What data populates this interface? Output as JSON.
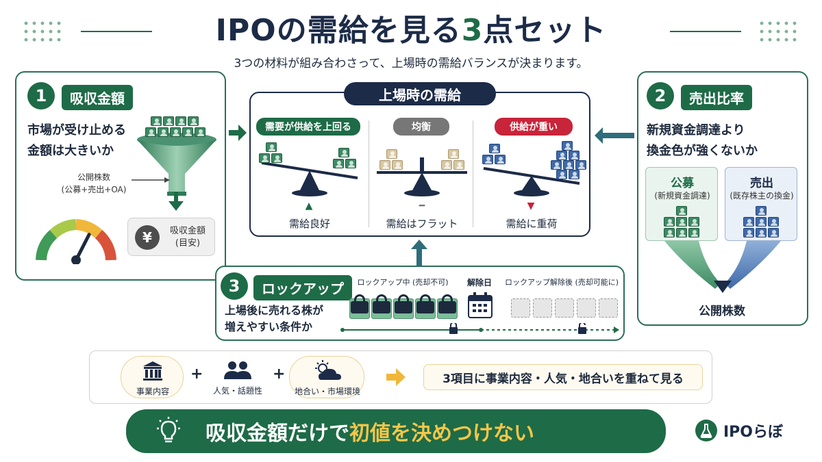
{
  "header": {
    "title_main": "IPOの需給を見る",
    "title_accent": "3",
    "title_tail": "点セット",
    "subtitle": "3つの材料が組み合わさって、上場時の需給バランスが決まります。"
  },
  "panel1": {
    "number": "1",
    "tag": "吸収金額",
    "desc_line1": "市場が受け止める",
    "desc_line2": "金額は大きいか",
    "note_line1": "公開株数",
    "note_line2": "(公募+売出+OA)",
    "yen": "¥",
    "result_line1": "吸収金額",
    "result_line2": "(目安)",
    "gauge_level": 0.65
  },
  "center": {
    "title": "上場時の需給",
    "states": [
      {
        "label": "需要が供給を上回る",
        "caption": "需給良好",
        "color": "#1e6b47",
        "indicator": "▲"
      },
      {
        "label": "均衡",
        "caption": "需給はフラット",
        "color": "#777777",
        "indicator": "━"
      },
      {
        "label": "供給が重い",
        "caption": "需給に重荷",
        "color": "#c8243a",
        "indicator": "▼"
      }
    ]
  },
  "panel2": {
    "number": "2",
    "tag": "売出比率",
    "desc_line1": "新規資金調達より",
    "desc_line2": "換金色が強くないか",
    "left_title": "公募",
    "left_sub": "(新規資金調達)",
    "right_title": "売出",
    "right_sub": "(既存株主の換金)",
    "result": "公開株数"
  },
  "panel3": {
    "number": "3",
    "tag": "ロックアップ",
    "desc_line1": "上場後に売れる株が",
    "desc_line2": "増えやすい条件か",
    "locked_label": "ロックアップ中 (売却不可)",
    "release_label": "解除日",
    "unlocked_label": "ロックアップ解除後 (売却可能に)"
  },
  "factors": {
    "items": [
      {
        "label": "事業内容",
        "icon": "building-icon"
      },
      {
        "label": "人気・話題性",
        "icon": "people-icon"
      },
      {
        "label": "地合い・市場環境",
        "icon": "weather-icon"
      }
    ],
    "plus": "+",
    "message": "3項目に事業内容・人気・地合いを重ねて見る"
  },
  "banner": {
    "text_lead": "吸収金額だけで",
    "text_highlight": "初値を決めつけない"
  },
  "brand": {
    "name": "IPOらぼ"
  },
  "colors": {
    "green": "#1e6b47",
    "navy": "#1c2b47",
    "red": "#c8243a",
    "blue": "#2f5f9a",
    "gold": "#f4c64a"
  }
}
